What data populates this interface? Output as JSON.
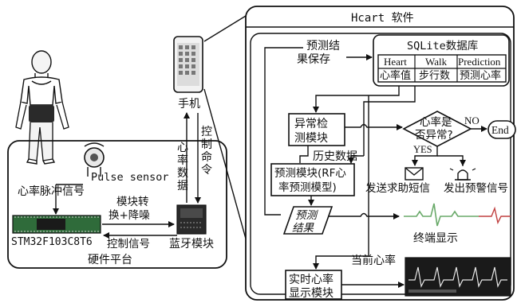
{
  "hardware": {
    "phone_label": "手机",
    "sensor_label": "Pulse sensor",
    "pulse_signal": "心率脉冲信号",
    "mcu_label": "STM32F103C8T6",
    "convert_line1": "模块转",
    "convert_line2": "换+降噪",
    "control_signal": "控制信号",
    "bt_label": "蓝牙模块",
    "platform_label": "硬件平台",
    "heart_data_chars": [
      "心",
      "率",
      "数",
      "据"
    ],
    "control_cmd_chars": [
      "控",
      "制",
      "命",
      "令"
    ]
  },
  "software": {
    "title": "Hcart 软件",
    "save_line1": "预测结",
    "save_line2": "果保存",
    "db_title": "SQLite数据库",
    "db_headers": [
      "Heart",
      "Walk",
      "Prediction"
    ],
    "db_cells": [
      "心率值",
      "步行数",
      "预测心率"
    ],
    "anomaly_line1": "异常检",
    "anomaly_line2": "测模块",
    "history_label": "历史数据",
    "predict_line1": "预测模块(RF心",
    "predict_line2": "率预测模型)",
    "decision_line1": "心率是",
    "decision_line2": "否异常?",
    "no_label": "NO",
    "yes_label": "YES",
    "end_label": "End",
    "sms_label": "发送求助短信",
    "alarm_label": "发出预警信号",
    "result_line1": "预测",
    "result_line2": "结果",
    "terminal_label": "终端显示",
    "current_hr_label": "当前心率",
    "realtime_line1": "实时心率",
    "realtime_line2": "显示模块"
  },
  "icons": [
    "person-figure-icon",
    "smartphone-icon",
    "sensor-icon",
    "mcu-board-icon",
    "bluetooth-module-icon",
    "envelope-icon",
    "alarm-light-icon",
    "ecg-wave-icon",
    "monitor-screen-icon"
  ],
  "colors": {
    "stroke": "#111111",
    "board_green": "#2f6b3a",
    "screen_dark": "#1a1a1a",
    "ecg_green": "#6aaa6a",
    "ecg_red": "#c04040"
  }
}
